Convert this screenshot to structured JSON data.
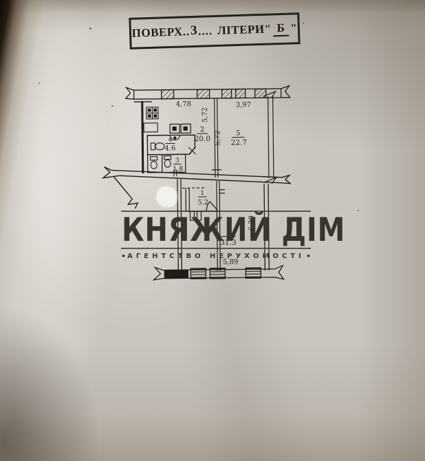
{
  "stamp": {
    "field1_label": "ПОВЕРХ",
    "field1_dots_left": "..",
    "field1_value": "3",
    "field1_dots_right": "....",
    "field2_label": "ЛІТЕРИ",
    "quote_open": "\"",
    "field2_value": "Б",
    "quote_close": "\""
  },
  "plan": {
    "rooms": [
      {
        "number": "2",
        "area": "20.0"
      },
      {
        "number": "5",
        "area": "22.7"
      },
      {
        "number": "4",
        "area": "4.6"
      },
      {
        "number": "3",
        "area": "1.8"
      },
      {
        "number": "1",
        "area": "5.2"
      },
      {
        "number": "",
        "area": "31.3"
      }
    ],
    "dimensions": {
      "top_left": "4,78",
      "top_right": "3,97",
      "mid_vertical_upper": "5,72",
      "mid_vertical_lower": "5,72",
      "right_vertical": "6,30",
      "bottom": "5,89"
    }
  },
  "watermark": {
    "title": "КНЯЖИЙ ДІМ",
    "bullet_left": "•",
    "subtitle": "АГЕНТСТВО НЕРУХОМОСТІ",
    "bullet_right": "•"
  },
  "colors": {
    "paper": "#c9c5bf",
    "ink": "#1f1d1a",
    "watermark_ink": "#37352e",
    "stamp_ink": "#1b1a17",
    "correction_fluid": "#f2f1ec"
  }
}
